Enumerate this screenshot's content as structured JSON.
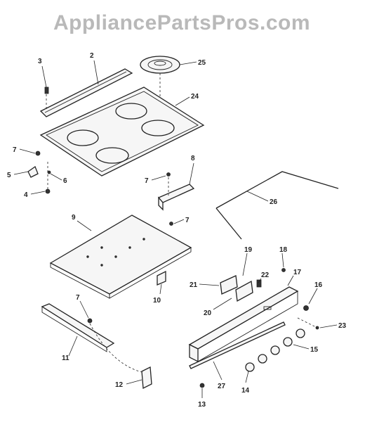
{
  "watermark": "AppliancePartsPros.com",
  "callouts": {
    "c1": "2",
    "c2": "3",
    "c3": "25",
    "c4": "24",
    "c5": "7",
    "c6": "5",
    "c7": "6",
    "c8": "4",
    "c9": "8",
    "c10": "7",
    "c11": "7",
    "c12": "26",
    "c13": "9",
    "c14": "10",
    "c15": "19",
    "c16": "18",
    "c17": "21",
    "c18": "22",
    "c19": "17",
    "c20": "16",
    "c21": "20",
    "c22": "23",
    "c23": "7",
    "c24": "11",
    "c25": "15",
    "c26": "12",
    "c27": "27",
    "c28": "14",
    "c29": "13"
  }
}
